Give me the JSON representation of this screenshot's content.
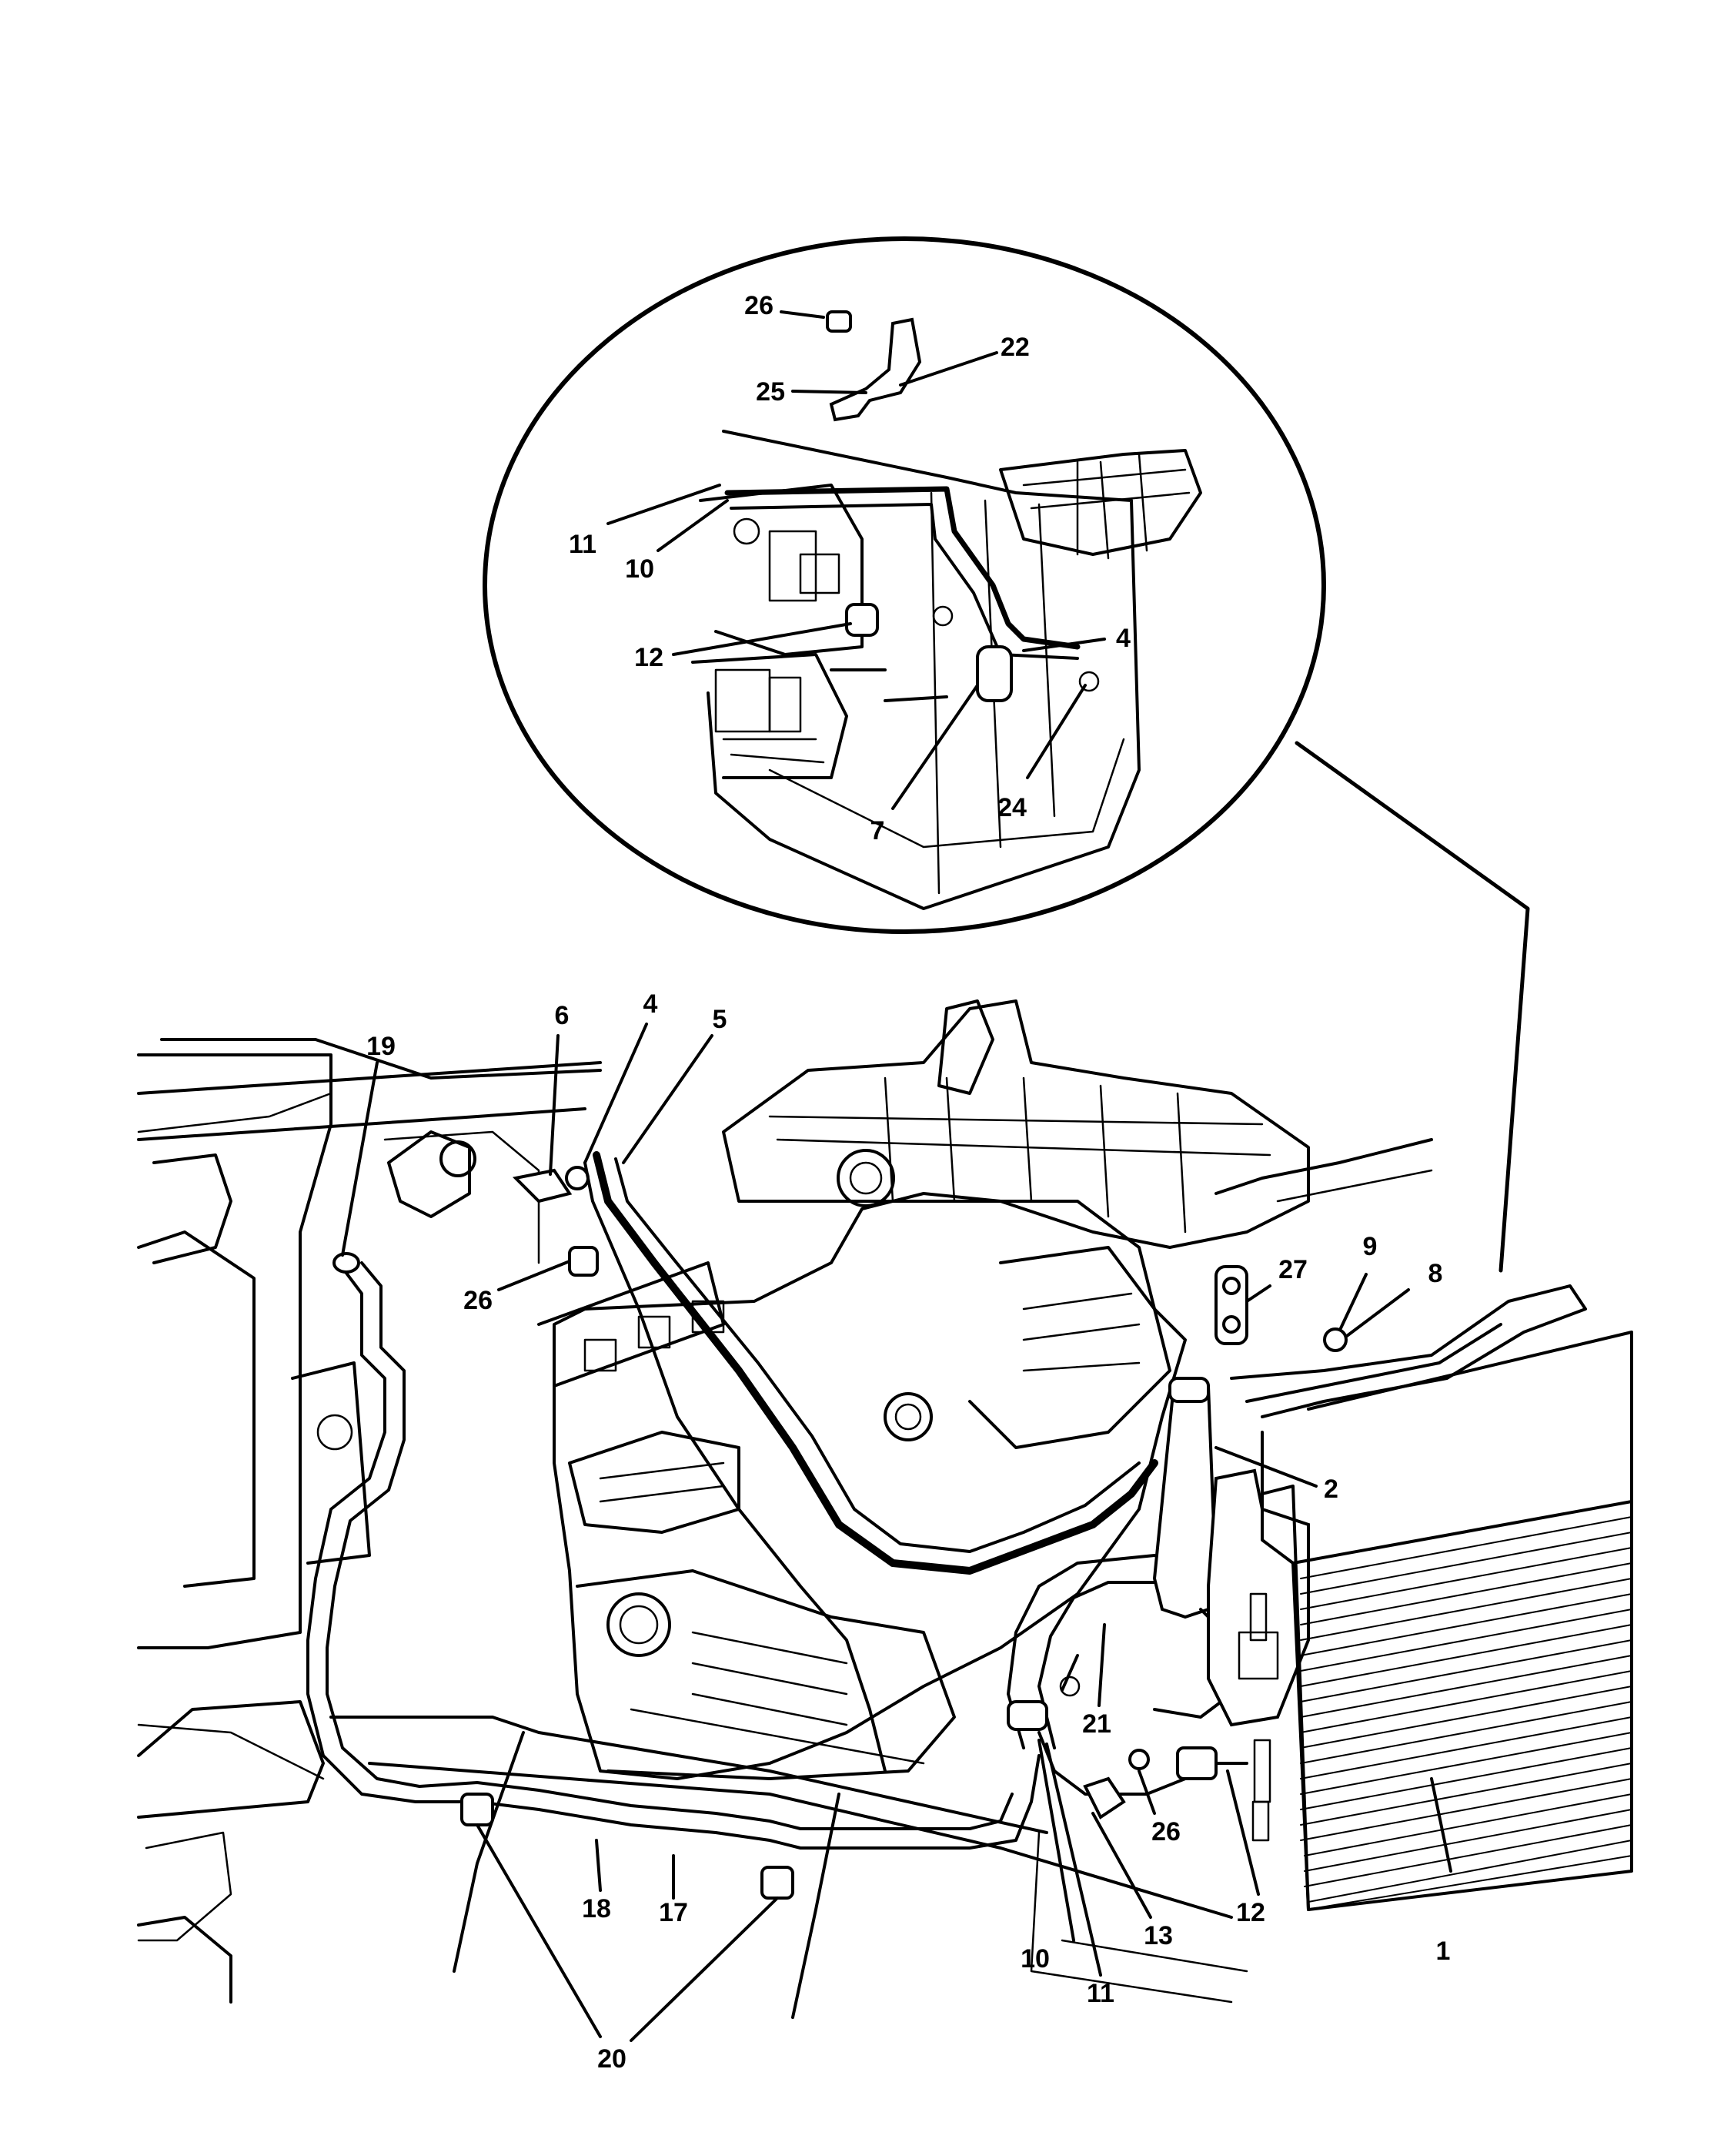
{
  "diagram": {
    "callouts": [
      "1",
      "2",
      "4",
      "5",
      "6",
      "8",
      "9",
      "10",
      "11",
      "12",
      "13",
      "17",
      "18",
      "19",
      "20",
      "21",
      "26",
      "27"
    ],
    "inset_callouts": [
      "4",
      "7",
      "10",
      "11",
      "12",
      "22",
      "24",
      "25",
      "26"
    ],
    "colors": {
      "line": "#000000",
      "background": "#ffffff"
    }
  }
}
